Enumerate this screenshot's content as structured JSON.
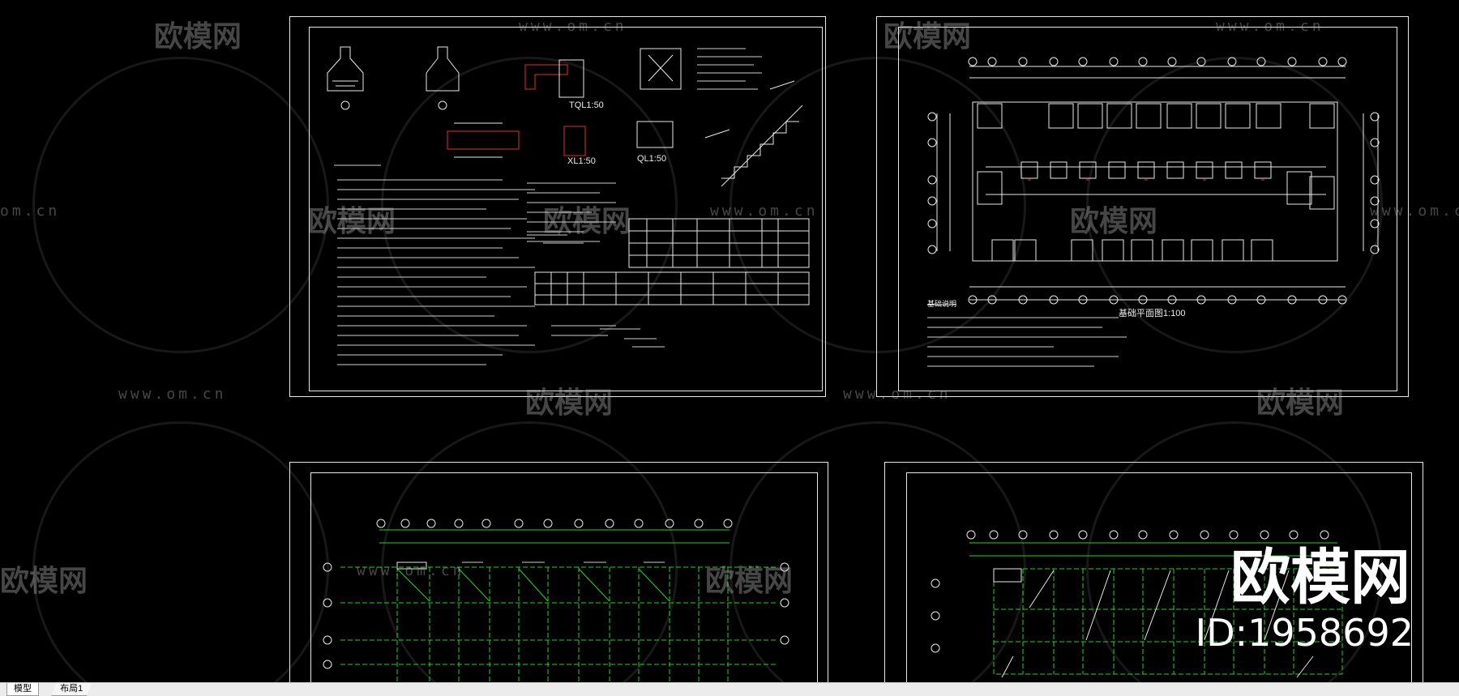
{
  "watermark": {
    "logo_text": "欧模网",
    "url_text": "www.om.cn",
    "url_text_short": "om.cn"
  },
  "brand": {
    "logo_text": "欧模网",
    "id_text": "ID:1958692"
  },
  "tabs": [
    {
      "label": "模型",
      "active": true
    },
    {
      "label": "布局1",
      "active": false
    }
  ],
  "sheets": {
    "top_left": {
      "caption_tql": "TQL1:50",
      "caption_xl": "XL1:50",
      "caption_ql": "QL1:50"
    },
    "top_right": {
      "caption_plan": "基础平面图1:100",
      "note_title": "基础说明"
    },
    "bottom_left": {},
    "bottom_right": {}
  },
  "colors": {
    "background": "#000000",
    "line_white": "#e8e8e8",
    "line_green": "#21d321",
    "line_red": "#e03030",
    "tabbar": "#ececec"
  }
}
